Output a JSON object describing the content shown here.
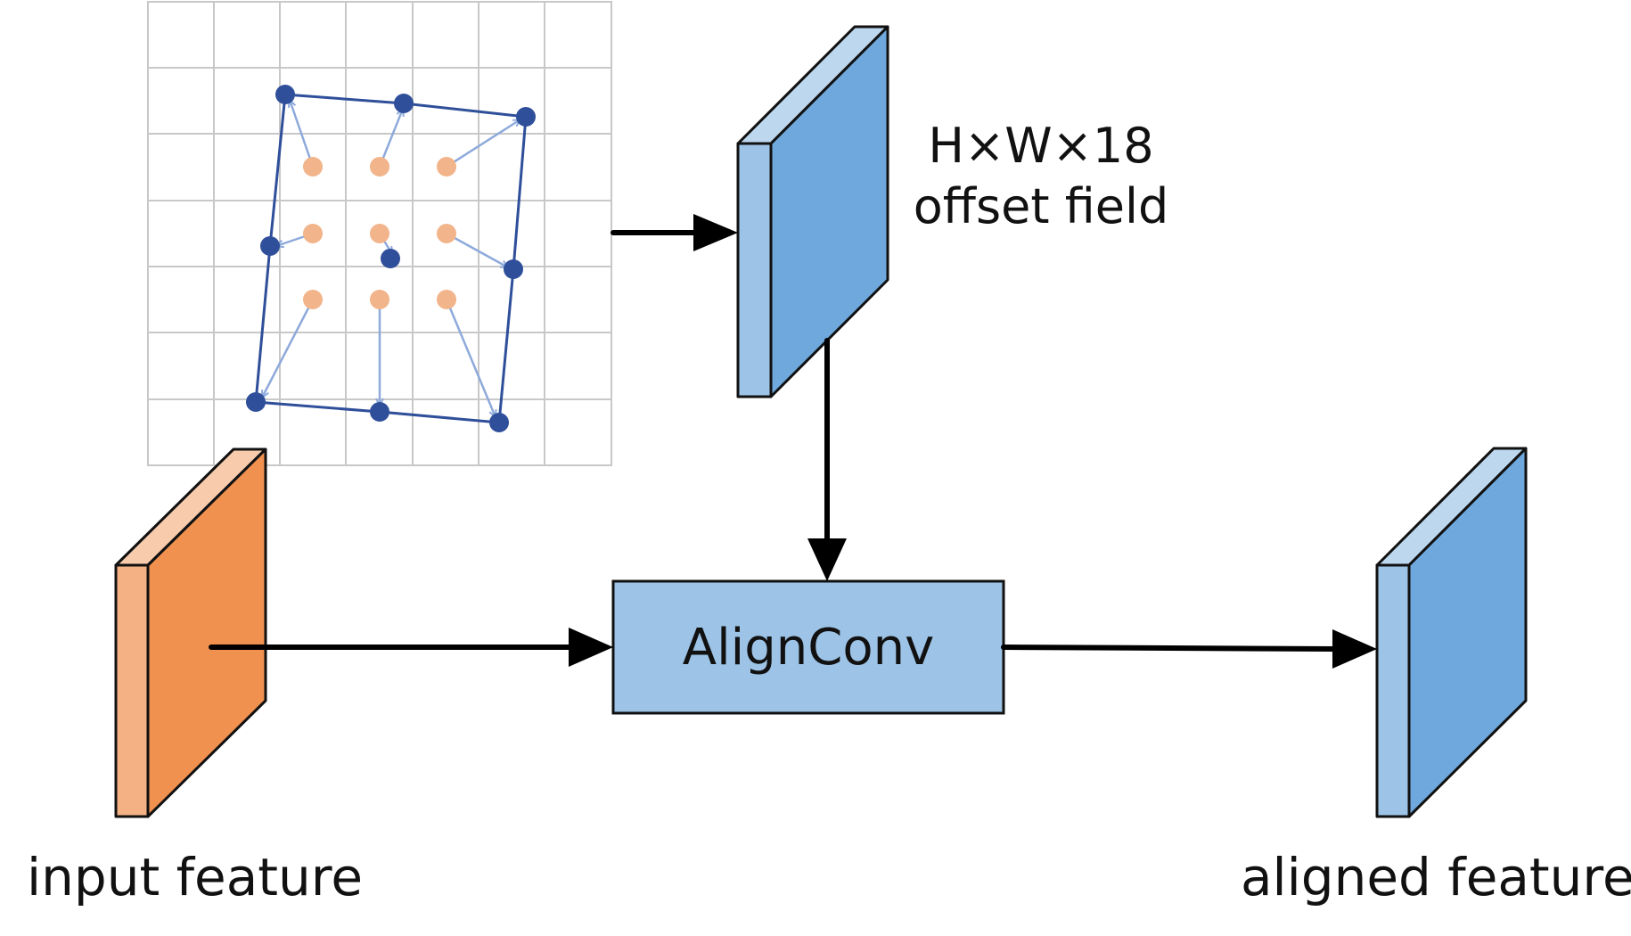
{
  "labels": {
    "offset_title": "H×W×18",
    "offset_subtitle": "offset field",
    "alignconv": "AlignConv",
    "input_feature": "input feature",
    "aligned_feature": "aligned feature"
  },
  "colors": {
    "grid_line": "#c8c8c8",
    "sample_point_regular": "#f2b48a",
    "sample_point_offset": "#2f4f9a",
    "offset_arrow": "#8eaadb",
    "offset_field_front": "#9dc3e6",
    "offset_field_side": "#6fa8dc",
    "offset_field_top": "#bdd7ee",
    "input_feature_front": "#f4b183",
    "input_feature_side": "#f09150",
    "input_feature_top": "#f8cbad",
    "alignconv_fill": "#9dc3e6",
    "flow_arrow": "#000000"
  },
  "icons": {
    "kernel_grid": "deformable-sampling-grid-icon"
  }
}
